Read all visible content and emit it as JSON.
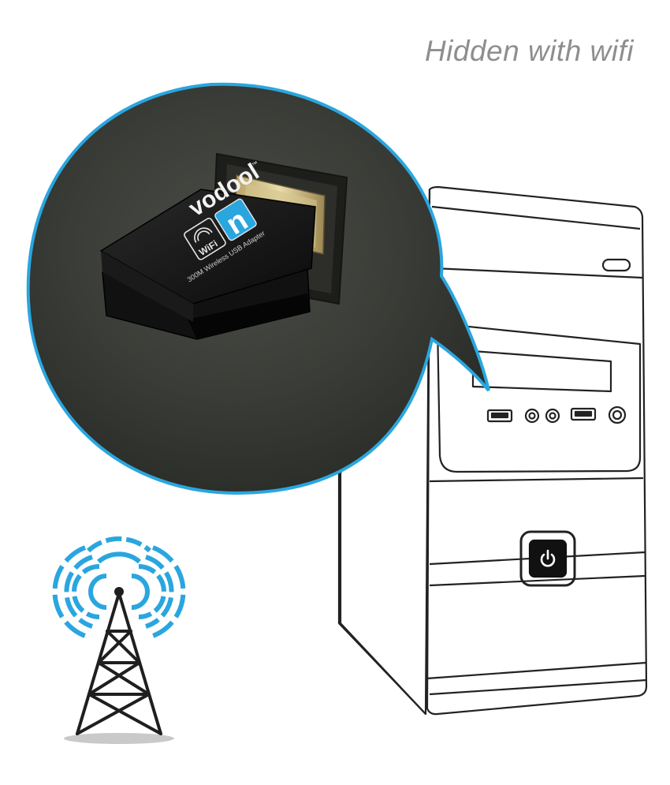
{
  "caption": "Hidden with wifi",
  "adapter": {
    "brand": "vodool",
    "tm": "™",
    "wifi_label": "WiFi",
    "n_label": "n",
    "model_text": "300M Wireless USB Adapter"
  },
  "colors": {
    "accent_blue": "#2aa6df",
    "caption_gray": "#8e8e8e",
    "wall_dark": "#3a3c37",
    "outline": "#222222"
  },
  "icons": {
    "tower": "radio-tower-icon",
    "power": "power-icon"
  }
}
